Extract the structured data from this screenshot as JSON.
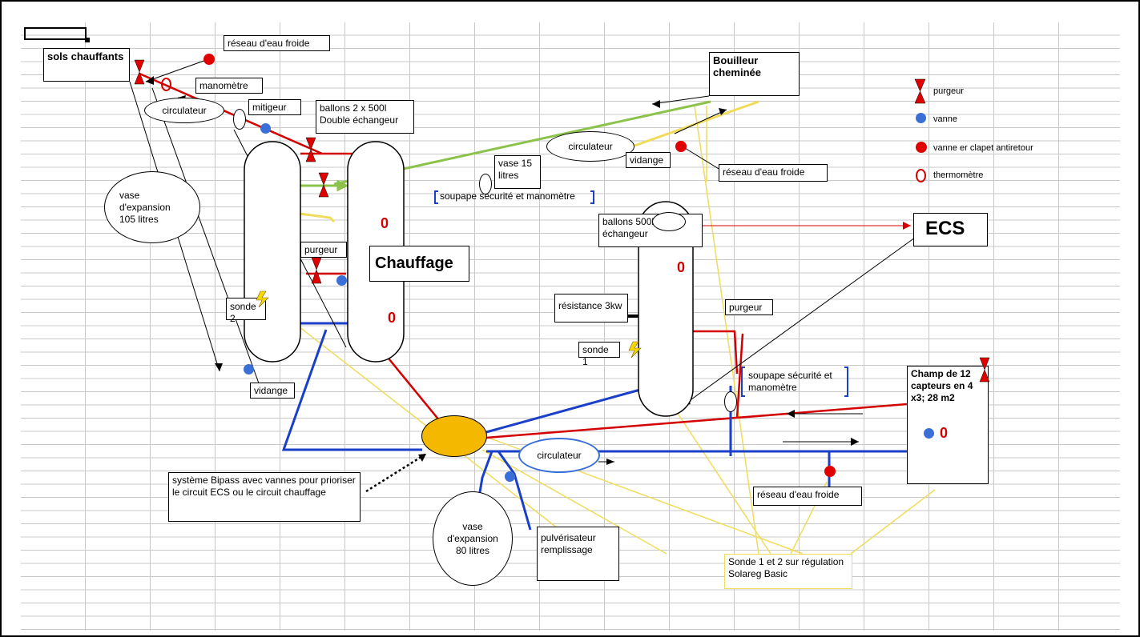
{
  "labels": {
    "sols_chauffants": "sols chauffants",
    "reseau_eau_froide_top": "réseau d'eau froide",
    "manometre": "manomètre",
    "circulateur_top": "circulateur",
    "mitigeur": "mitigeur",
    "ballons_2x500": "ballons 2 x 500l Double échangeur",
    "vase_105": "vase d'expansion 105 litres",
    "purgeur_mid": "purgeur",
    "chauffage": "Chauffage",
    "sonde2": "sonde 2",
    "vidange_left": "vidange",
    "bouilleur": "Bouilleur cheminée",
    "circulateur_mid": "circulateur",
    "vidange_mid": "vidange",
    "reseau_eau_froide_mid": "réseau d'eau froide",
    "vase_15": "vase 15 litres",
    "soupape_top": "soupape sécurité et manomètre",
    "ballons_500": "ballons 500l double échangeur",
    "ecs": "ECS",
    "resistance": "résistance 3kw",
    "purgeur_right": "purgeur",
    "sonde1": "sonde 1",
    "soupape_right": "soupape sécurité et manomètre",
    "champ": "Champ de 12 capteurs en 4 x3; 28 m2",
    "circulateur_bottom": "circulateur",
    "reseau_eau_froide_bottom": "réseau d'eau froide",
    "bipass": "système Bipass avec vannes pour prioriser le circuit ECS ou le circuit chauffage",
    "vase_80": "vase d'expansion 80 litres",
    "pulverisateur": "pulvérisateur remplissage",
    "sonde_regulation": "Sonde 1 et 2 sur régulation Solareg Basic",
    "big_o": "0"
  },
  "legend": [
    {
      "icon": "purgeur-icon",
      "label": "purgeur"
    },
    {
      "icon": "vanne-icon",
      "label": "vanne"
    },
    {
      "icon": "vanne-clapet-icon",
      "label": "vanne er clapet antiretour"
    },
    {
      "icon": "thermometre-icon",
      "label": "thermomètre"
    }
  ],
  "colors": {
    "hot": "#d40000",
    "cold": "#1a3fc8",
    "sensor": "#f0e060",
    "green": "#8bc34a",
    "bipass": "#f5b800"
  }
}
